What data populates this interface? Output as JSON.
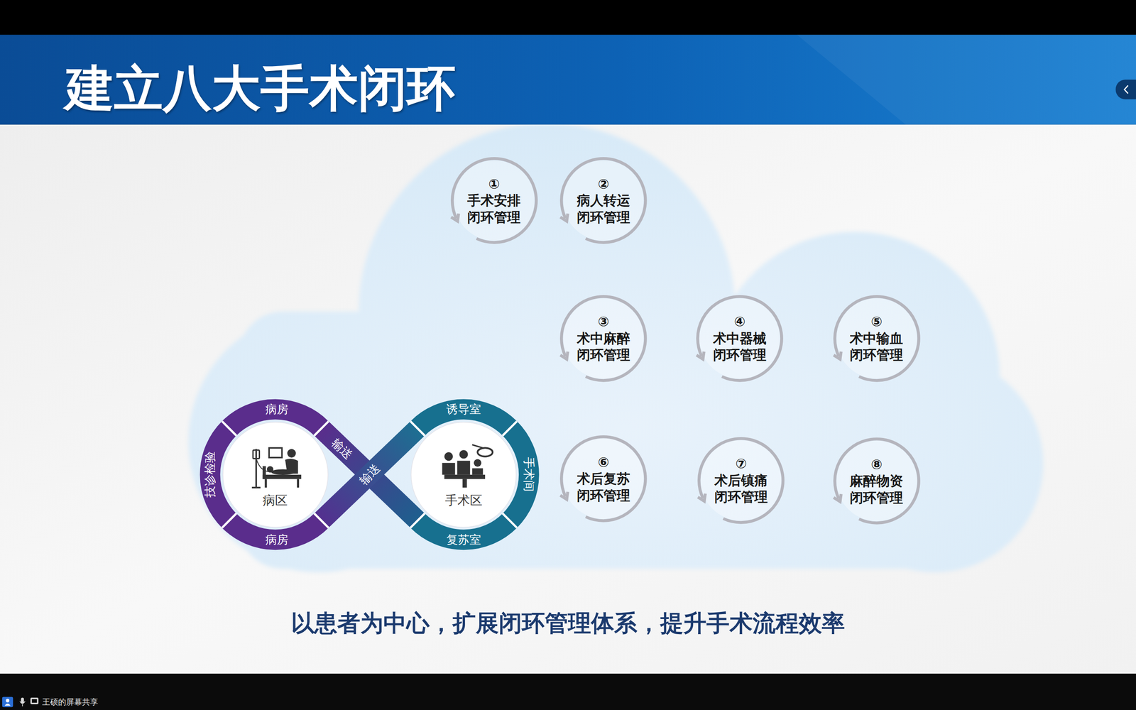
{
  "diagram": {
    "title": "建立八大手术闭环",
    "caption": "以患者为中心，扩展闭环管理体系，提升手术流程效率",
    "nodes": [
      {
        "text": [
          "①",
          "手术安排 闭环管理"
        ]
      },
      {
        "text": [
          "②",
          "病人转运 闭环管理"
        ]
      },
      {
        "text": [
          "③",
          "术中麻醉 闭环管理"
        ]
      },
      {
        "text": [
          "④",
          "术中器械 闭环管理"
        ]
      },
      {
        "text": [
          "⑤",
          "术中输血 闭环管理"
        ]
      },
      {
        "text": [
          "⑥",
          "术后复苏 闭环管理"
        ]
      },
      {
        "text": [
          "⑦",
          "术后镇痛 闭环管理"
        ]
      },
      {
        "text": [
          "⑧",
          "麻醉物资 闭环管理"
        ]
      },
      {
        "text": [
          "病区"
        ]
      },
      {
        "text": [
          "手术区"
        ]
      }
    ],
    "labels": [
      "病房",
      "技诊检验",
      "病房",
      "输送",
      "输送",
      "诱导室",
      "手术间",
      "复苏室",
      "王硕的屏幕共享"
    ]
  }
}
